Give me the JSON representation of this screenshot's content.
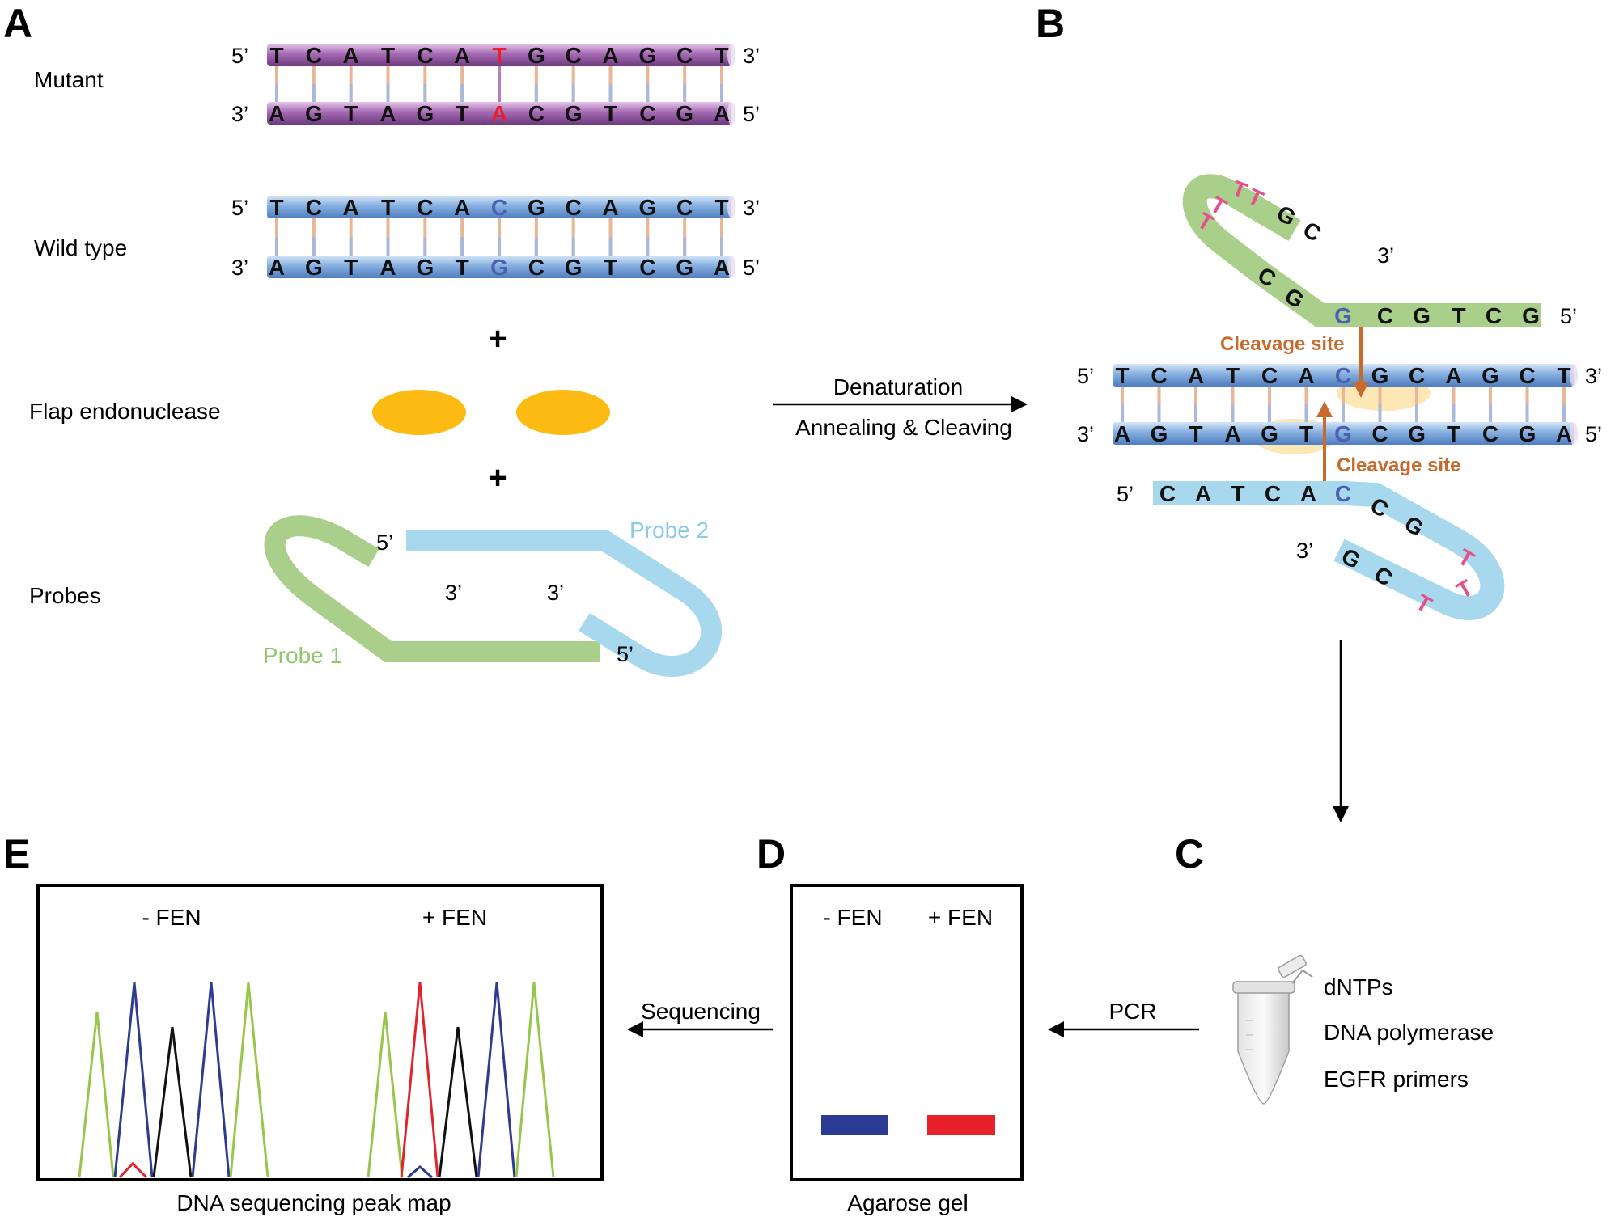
{
  "panels": {
    "a": "A",
    "b": "B",
    "c": "C",
    "d": "D",
    "e": "E"
  },
  "panel_a": {
    "mutant_label": "Mutant",
    "wild_type_label": "Wild type",
    "flap_label": "Flap endonuclease",
    "probes_label": "Probes",
    "plus": "+",
    "mutant_top": [
      "T",
      "C",
      "A",
      "T",
      "C",
      "A",
      "T",
      "G",
      "C",
      "A",
      "G",
      "C",
      "T"
    ],
    "mutant_bottom": [
      "A",
      "G",
      "T",
      "A",
      "G",
      "T",
      "A",
      "C",
      "G",
      "T",
      "C",
      "G",
      "A"
    ],
    "wild_top": [
      "T",
      "C",
      "A",
      "T",
      "C",
      "A",
      "C",
      "G",
      "C",
      "A",
      "G",
      "C",
      "T"
    ],
    "wild_bottom": [
      "A",
      "G",
      "T",
      "A",
      "G",
      "T",
      "G",
      "C",
      "G",
      "T",
      "C",
      "G",
      "A"
    ],
    "five_prime": "5’",
    "three_prime": "3’",
    "probe1": "Probe 1",
    "probe2": "Probe 2"
  },
  "arrow_ab": {
    "top": "Denaturation",
    "bottom": "Annealing & Cleaving"
  },
  "panel_b": {
    "top_probe_loop": [
      "T",
      "T",
      "G",
      "C",
      "T",
      "T",
      "C",
      "G"
    ],
    "top_probe_arm": [
      "G",
      "C",
      "G",
      "T",
      "C",
      "G"
    ],
    "strand_top": [
      "T",
      "C",
      "A",
      "T",
      "C",
      "A",
      "C",
      "G",
      "C",
      "A",
      "G",
      "C",
      "T"
    ],
    "strand_bottom": [
      "A",
      "G",
      "T",
      "A",
      "G",
      "T",
      "G",
      "C",
      "G",
      "T",
      "C",
      "G",
      "A"
    ],
    "bottom_probe_arm": [
      "C",
      "A",
      "T",
      "C",
      "A",
      "C"
    ],
    "bottom_probe_loop": [
      "C",
      "G",
      "T",
      "T",
      "C",
      "G",
      "T"
    ],
    "cleavage_top": "Cleavage site",
    "cleavage_bottom": "Cleavage site"
  },
  "panel_c": {
    "reagents": [
      "dNTPs",
      "DNA polymerase",
      "EGFR primers"
    ],
    "arrow_label": "PCR"
  },
  "panel_d": {
    "minus_fen": "- FEN",
    "plus_fen": "+ FEN",
    "caption": "Agarose gel",
    "arrow_label": "Sequencing"
  },
  "panel_e": {
    "minus_fen": "- FEN",
    "plus_fen": "+ FEN",
    "caption": "DNA sequencing peak map"
  },
  "colors": {
    "mutant_strand": "#9b5ea8",
    "wild_strand": "#7fa8de",
    "mutation_red": "#e8202a",
    "wild_blue_base": "#4a63b0",
    "enzyme": "#fbbb12",
    "probe_green": "#a9cf8b",
    "probe_blue": "#a8d8ee",
    "cleavage": "#c66a2d",
    "gel_blue": "#2b3a92",
    "gel_red": "#e8202a",
    "peak_green": "#97c64a",
    "peak_blue": "#2d3c8f",
    "peak_black": "#111111",
    "peak_red": "#e0242b",
    "flap_T": "#e4508c"
  }
}
